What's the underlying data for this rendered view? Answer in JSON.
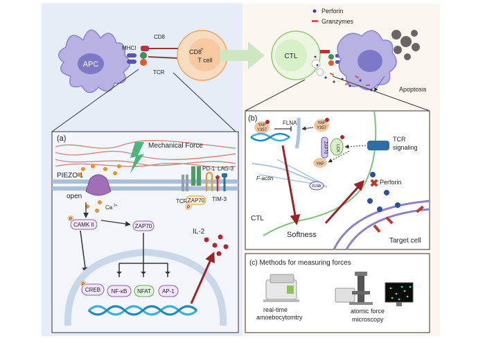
{
  "top": {
    "apc": "APC",
    "mhci": "MHCI",
    "cd8": "CD8",
    "tcr": "TCR",
    "tcell_line1": "CD8",
    "tcell_sup": "+",
    "tcell_line2": "T cell",
    "ctl": "CTL",
    "legend_perforin": "Perforin",
    "legend_granzymes": "Granzymes",
    "apoptosis": "Apoptosis"
  },
  "panel_a": {
    "letter": "(a)",
    "mechanical_force": "Mechanical Force",
    "piezo": "PIEZO 1",
    "open": "open",
    "ca": "Ca",
    "ca_sup": "2+",
    "tcr": "TCR",
    "zap70_membrane": "ZAP70",
    "p": "P",
    "pd1": "PD-1",
    "lag3": "LAG-3",
    "tim3": "TIM-3",
    "camk": "CAMK II",
    "zap70": "ZAP70",
    "il2": "IL-2",
    "creb": "CREB",
    "nfkb": "NF-κB",
    "nfat": "NFAT",
    "ap1": "AP-1"
  },
  "panel_b": {
    "letter": "(b)",
    "yap1_line1": "YAP",
    "yap1_line2": "Y357",
    "flna_top": "FLNA",
    "yap2_line1": "YAP",
    "yap2_line2": "Y357",
    "zap70": "ZAP70",
    "lck": "LCK",
    "yap": "YAP",
    "tcr_signaling_line1": "TCR",
    "tcr_signaling_line2": "signaling",
    "factin": "F-actin",
    "flna": "FLNA",
    "perforin": "Perforin",
    "ctl": "CTL",
    "softness": "Softness",
    "target_cell": "Target cell"
  },
  "panel_c": {
    "title": "(c) Methods for measuring forces",
    "method1_line1": "real-time",
    "method1_line2": "amoebocytomtry",
    "method2_line1": "atomic force",
    "method2_line2": "microscopy"
  },
  "colors": {
    "left_bg": "#e6edf7",
    "right_bg": "#fbf6f0",
    "apc": "#b7b2e3",
    "tcell": "#f6c9a0",
    "ctl": "#d8f0c8",
    "arrow_red": "#9b2226",
    "dot_red": "#b3262b",
    "perforin_blue": "#2f4f9a",
    "dna": "#3aaed8"
  }
}
